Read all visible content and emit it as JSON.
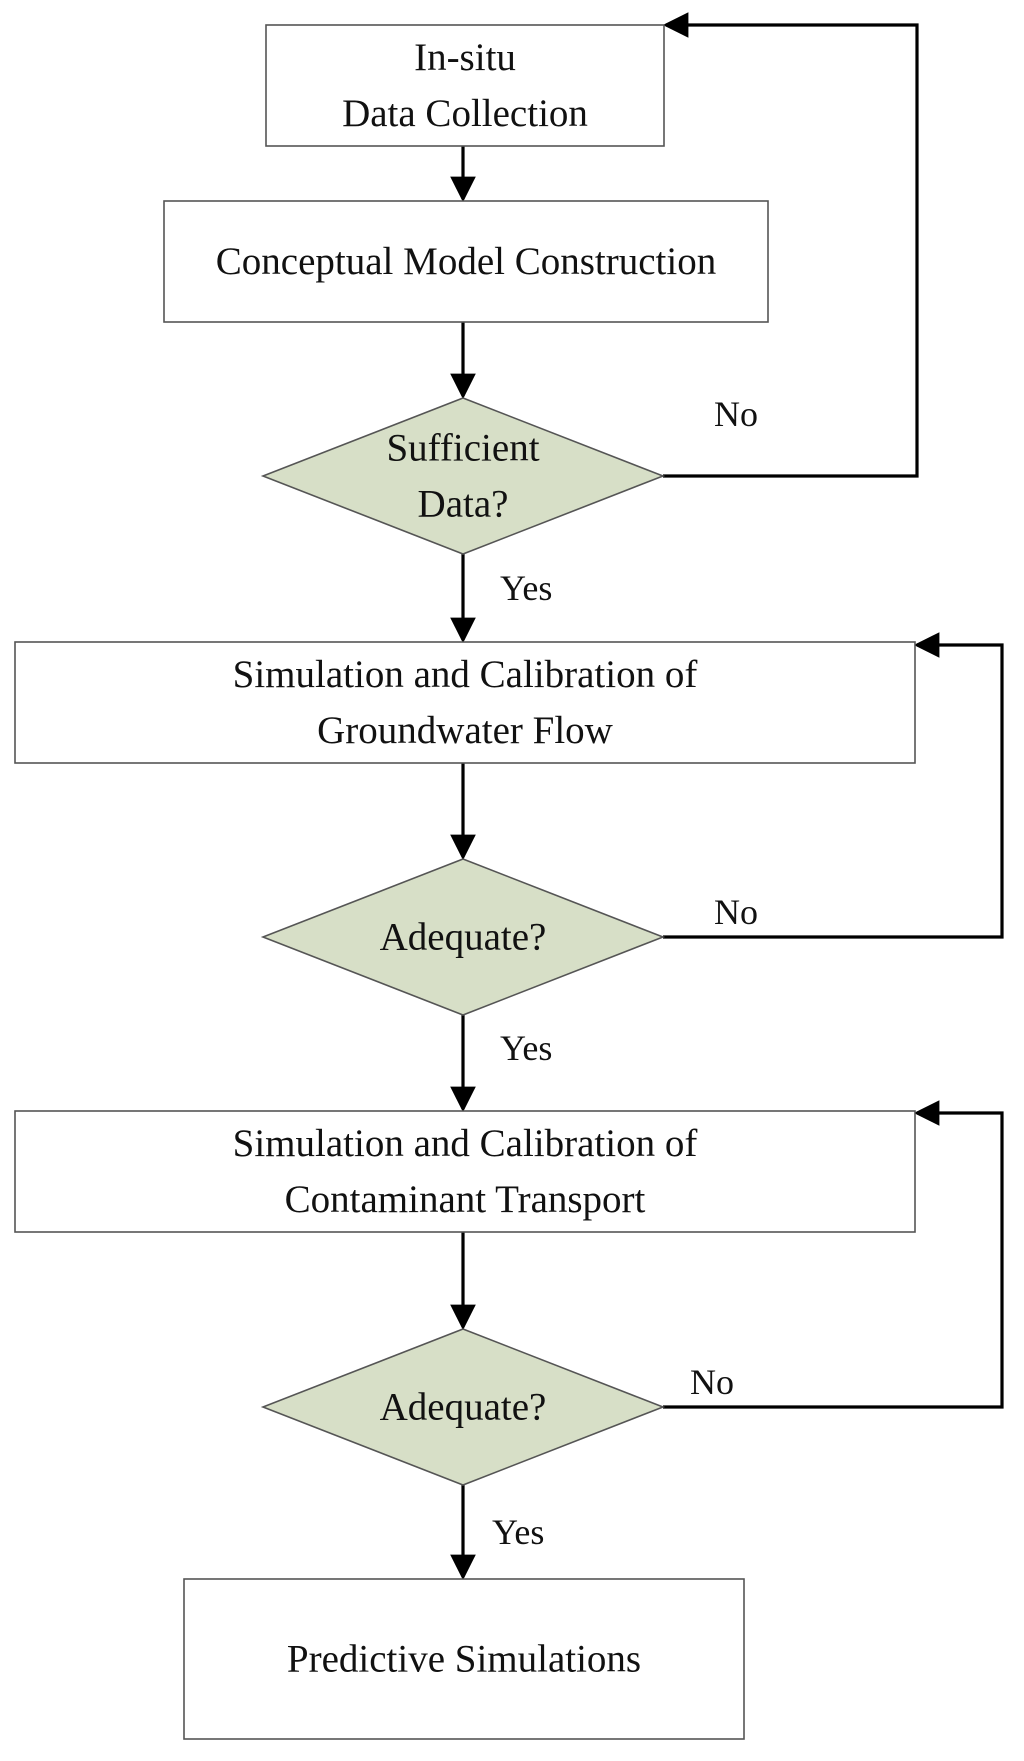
{
  "colors": {
    "decision_fill": "#d7dfc7",
    "process_fill": "#ffffff",
    "stroke": "#000000",
    "box_border": "#555555"
  },
  "nodes": {
    "data_collection": {
      "type": "process",
      "lines": [
        "In-situ",
        "Data Collection"
      ]
    },
    "conceptual_model": {
      "type": "process",
      "lines": [
        "Conceptual Model Construction"
      ]
    },
    "sufficient_data": {
      "type": "decision",
      "lines": [
        "Sufficient",
        "Data?"
      ]
    },
    "groundwater_flow": {
      "type": "process",
      "lines": [
        "Simulation and Calibration of",
        "Groundwater Flow"
      ]
    },
    "adequate_flow": {
      "type": "decision",
      "lines": [
        "Adequate?"
      ]
    },
    "contaminant_transport": {
      "type": "process",
      "lines": [
        "Simulation and Calibration of",
        "Contaminant Transport"
      ]
    },
    "adequate_transport": {
      "type": "decision",
      "lines": [
        "Adequate?"
      ]
    },
    "predictive": {
      "type": "process",
      "lines": [
        "Predictive Simulations"
      ]
    }
  },
  "edges": [
    {
      "from": "data_collection",
      "to": "conceptual_model",
      "label": ""
    },
    {
      "from": "conceptual_model",
      "to": "sufficient_data",
      "label": ""
    },
    {
      "from": "sufficient_data",
      "to": "groundwater_flow",
      "label": "Yes"
    },
    {
      "from": "sufficient_data",
      "to": "data_collection",
      "label": "No"
    },
    {
      "from": "groundwater_flow",
      "to": "adequate_flow",
      "label": ""
    },
    {
      "from": "adequate_flow",
      "to": "contaminant_transport",
      "label": "Yes"
    },
    {
      "from": "adequate_flow",
      "to": "groundwater_flow",
      "label": "No"
    },
    {
      "from": "contaminant_transport",
      "to": "adequate_transport",
      "label": ""
    },
    {
      "from": "adequate_transport",
      "to": "predictive",
      "label": "Yes"
    },
    {
      "from": "adequate_transport",
      "to": "contaminant_transport",
      "label": "No"
    }
  ]
}
